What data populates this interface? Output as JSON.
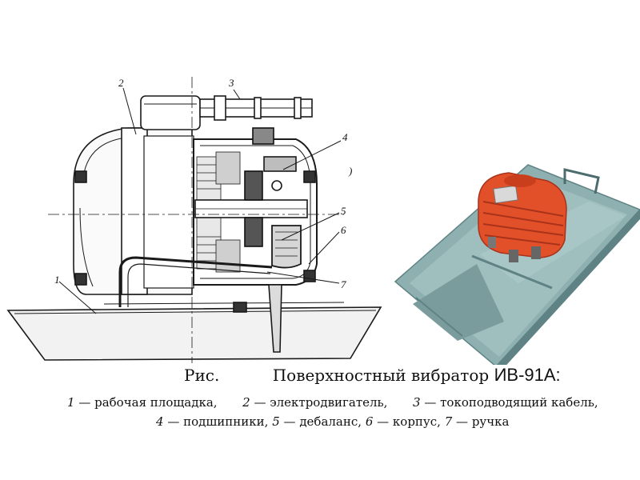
{
  "figure": {
    "callouts": [
      "1",
      "2",
      "3",
      "4",
      "5",
      "6",
      "7"
    ],
    "caption_prefix": "Рис.",
    "caption_title": "Поверхностный вибратор",
    "caption_model": "ИВ-91А:",
    "legend_line1": [
      {
        "num": "1",
        "text": "— рабочая площадка,"
      },
      {
        "num": "2",
        "text": "— электродвигатель,"
      },
      {
        "num": "3",
        "text": "— токоподводящий кабель,"
      }
    ],
    "legend_line2": [
      {
        "num": "4",
        "text": "— подшипники,"
      },
      {
        "num": "5",
        "text": "— дебаланс,"
      },
      {
        "num": "6",
        "text": "— корпус,"
      },
      {
        "num": "7",
        "text": "— ручка"
      }
    ]
  },
  "colors": {
    "line": "#1a1a1a",
    "plate": "#8fb0b1",
    "plate_dark": "#5f8384",
    "motor": "#e2502a",
    "motor_dark": "#a8321a"
  }
}
